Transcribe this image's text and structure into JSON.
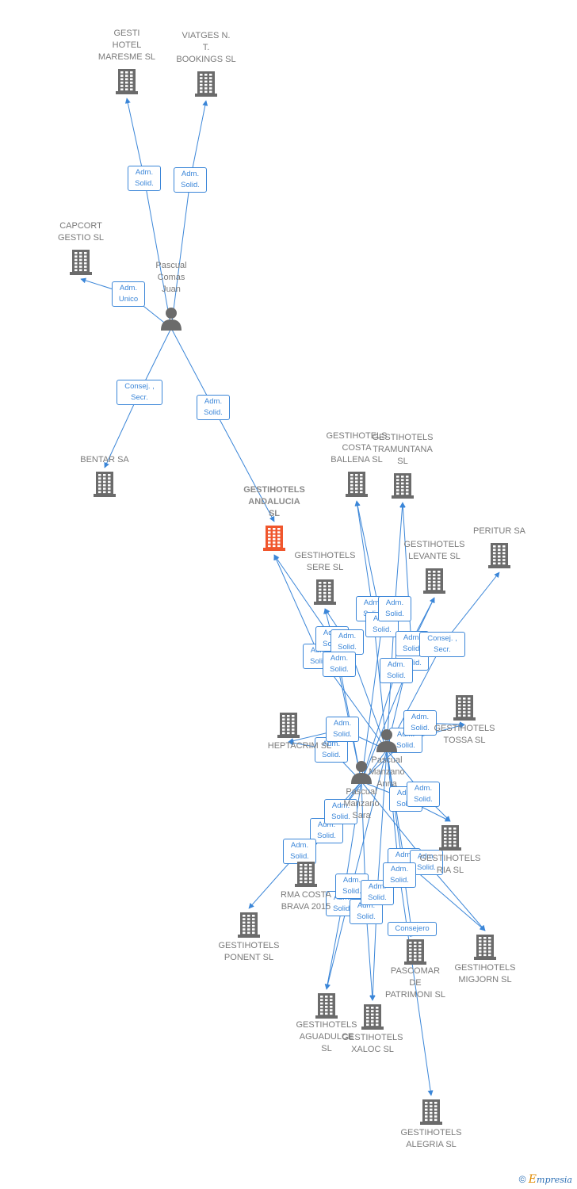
{
  "colors": {
    "edge": "#3b86d8",
    "company_icon": "#6b6b6b",
    "focus_icon": "#f0562c",
    "person_icon": "#6b6b6b",
    "label": "#7a7a7a"
  },
  "nodes": [
    {
      "id": "gesti-hotel-maresme",
      "kind": "company",
      "label": "GESTI\nHOTEL\nMARESME SL"
    },
    {
      "id": "viatges-bookings",
      "kind": "company",
      "label": "VIATGES N.\nT.\nBOOKINGS SL"
    },
    {
      "id": "capcort",
      "kind": "company",
      "label": "CAPCORT\nGESTIO  SL"
    },
    {
      "id": "pascual-comas",
      "kind": "person",
      "label": "Pascual\nComas\nJuan"
    },
    {
      "id": "bentar",
      "kind": "company",
      "label": "BENTAR SA"
    },
    {
      "id": "gestihotels-andalucia",
      "kind": "focus",
      "label": "GESTIHOTELS\nANDALUCIA\nSL"
    },
    {
      "id": "gestihotels-costa-ballena",
      "kind": "company",
      "label": "GESTIHOTELS\nCOSTA\nBALLENA  SL"
    },
    {
      "id": "gestihotels-tramuntana",
      "kind": "company",
      "label": "GESTIHOTELS\nTRAMUNTANA\nSL"
    },
    {
      "id": "peritur",
      "kind": "company",
      "label": "PERITUR SA"
    },
    {
      "id": "gestihotels-levante",
      "kind": "company",
      "label": "GESTIHOTELS\nLEVANTE  SL"
    },
    {
      "id": "gestihotels-sere",
      "kind": "company",
      "label": "GESTIHOTELS\nSERE  SL"
    },
    {
      "id": "heptacrim",
      "kind": "company",
      "label": "HEPTACRIM  SL"
    },
    {
      "id": "gestihotels-tossa",
      "kind": "company",
      "label": "GESTIHOTELS\nTOSSA  SL"
    },
    {
      "id": "pascual-manzano-anna",
      "kind": "person",
      "label": "Pascual\nManzano\nAnna"
    },
    {
      "id": "pascual-manzano-sara",
      "kind": "person",
      "label": "Pascual\nManzano\nSara"
    },
    {
      "id": "gestihotels-ria",
      "kind": "company",
      "label": "GESTIHOTELS\nRIA  SL"
    },
    {
      "id": "rma-costa-brava",
      "kind": "company",
      "label": "RMA COSTA\nBRAVA 2015"
    },
    {
      "id": "gestihotels-ponent",
      "kind": "company",
      "label": "GESTIHOTELS\nPONENT  SL"
    },
    {
      "id": "gestihotels-migjorn",
      "kind": "company",
      "label": "GESTIHOTELS\nMIGJORN  SL"
    },
    {
      "id": "pascomar",
      "kind": "company",
      "label": "PASCOMAR\nDE\nPATRIMONI SL"
    },
    {
      "id": "gestihotels-aguadulce",
      "kind": "company",
      "label": "GESTIHOTELS\nAGUADULCE\nSL"
    },
    {
      "id": "gestihotels-xaloc",
      "kind": "company",
      "label": "GESTIHOTELS\nXALOC  SL"
    },
    {
      "id": "gestihotels-alegria",
      "kind": "company",
      "label": "GESTIHOTELS\nALEGRIA  SL"
    }
  ],
  "edges": [
    {
      "from": "pascual-comas",
      "to": "gesti-hotel-maresme",
      "label": "Adm.\nSolid."
    },
    {
      "from": "pascual-comas",
      "to": "viatges-bookings",
      "label": "Adm.\nSolid."
    },
    {
      "from": "pascual-comas",
      "to": "capcort",
      "label": "Adm.\nUnico"
    },
    {
      "from": "pascual-comas",
      "to": "bentar",
      "label": "Consej. ,\nSecr."
    },
    {
      "from": "pascual-comas",
      "to": "gestihotels-andalucia",
      "label": "Adm.\nSolid."
    },
    {
      "from": "pascual-manzano-anna",
      "to": "gestihotels-andalucia",
      "label": "Adm.\nSolid."
    },
    {
      "from": "pascual-manzano-sara",
      "to": "gestihotels-andalucia",
      "label": "Adm.\nSolid."
    },
    {
      "from": "pascual-manzano-anna",
      "to": "gestihotels-sere",
      "label": "Adm.\nSolid."
    },
    {
      "from": "pascual-manzano-sara",
      "to": "gestihotels-sere",
      "label": "Adm.\nSolid."
    },
    {
      "from": "pascual-manzano-anna",
      "to": "gestihotels-costa-ballena",
      "label": "Adm.\nSolid."
    },
    {
      "from": "pascual-manzano-sara",
      "to": "gestihotels-costa-ballena",
      "label": "Adm.\nSolid."
    },
    {
      "from": "pascual-manzano-anna",
      "to": "gestihotels-tramuntana",
      "label": "Adm.\nSolid."
    },
    {
      "from": "pascual-manzano-sara",
      "to": "gestihotels-tramuntana",
      "label": "Adm.\nSolid."
    },
    {
      "from": "pascual-manzano-anna",
      "to": "gestihotels-levante",
      "label": "Adm.\nSolid."
    },
    {
      "from": "pascual-manzano-sara",
      "to": "gestihotels-levante",
      "label": "Adm.\nSolid."
    },
    {
      "from": "pascual-manzano-anna",
      "to": "peritur",
      "label": "Consej. ,\nSecr."
    },
    {
      "from": "pascual-manzano-sara",
      "to": "heptacrim",
      "label": "Adm.\nSolid."
    },
    {
      "from": "pascual-manzano-anna",
      "to": "heptacrim",
      "label": "Adm.\nSolid."
    },
    {
      "from": "pascual-manzano-sara",
      "to": "gestihotels-tossa",
      "label": "Adm.\nSolid."
    },
    {
      "from": "pascual-manzano-anna",
      "to": "gestihotels-tossa",
      "label": "Adm.\nSolid."
    },
    {
      "from": "pascual-manzano-sara",
      "to": "gestihotels-ria",
      "label": "Adm.\nSolid."
    },
    {
      "from": "pascual-manzano-anna",
      "to": "gestihotels-ria",
      "label": "Adm.\nSolid."
    },
    {
      "from": "pascual-manzano-sara",
      "to": "rma-costa-brava",
      "label": "Adm.\nSolid."
    },
    {
      "from": "pascual-manzano-anna",
      "to": "rma-costa-brava",
      "label": "Adm.\nSolid."
    },
    {
      "from": "pascual-manzano-sara",
      "to": "gestihotels-ponent",
      "label": "Adm.\nSolid."
    },
    {
      "from": "pascual-manzano-anna",
      "to": "gestihotels-migjorn",
      "label": "Adm.\nSolid."
    },
    {
      "from": "pascual-manzano-sara",
      "to": "gestihotels-migjorn",
      "label": "Adm.\nSolid."
    },
    {
      "from": "pascual-manzano-anna",
      "to": "pascomar",
      "label": "Consejero"
    },
    {
      "from": "pascual-manzano-sara",
      "to": "gestihotels-aguadulce",
      "label": "Adm.\nSolid."
    },
    {
      "from": "pascual-manzano-anna",
      "to": "gestihotels-aguadulce",
      "label": "Adm.\nSolid."
    },
    {
      "from": "pascual-manzano-sara",
      "to": "gestihotels-xaloc",
      "label": "Adm.\nSolid."
    },
    {
      "from": "pascual-manzano-anna",
      "to": "gestihotels-xaloc",
      "label": "Adm.\nSolid."
    },
    {
      "from": "pascual-manzano-anna",
      "to": "gestihotels-alegria",
      "label": "Adm.\nSolid."
    }
  ],
  "footer": {
    "copyright_symbol": "©",
    "brand": "Empresia",
    "brand_first": "E",
    "brand_rest": "mpresia"
  }
}
